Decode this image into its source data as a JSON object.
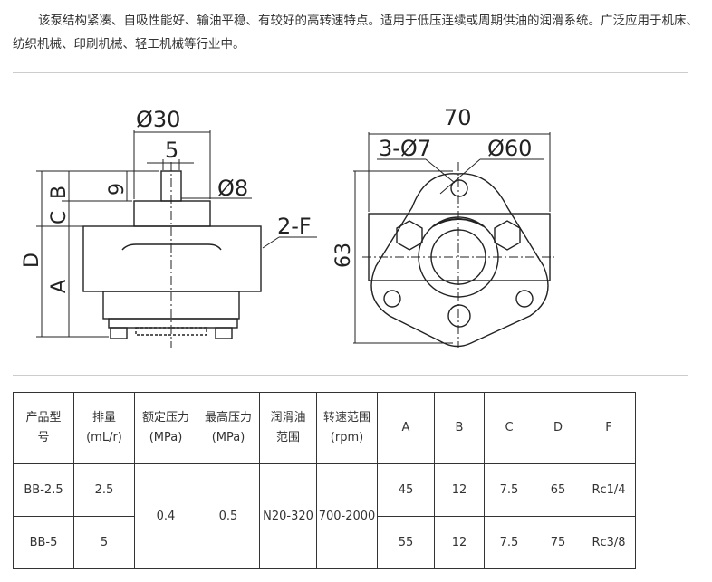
{
  "intro": {
    "paragraph": "该泵结构紧凑、自吸性能好、输油平稳、有较好的高转速特点。适用于低压连续或周期供油的润滑系统。广泛应用于机床、纺织机械、印刷机械、轻工机械等行业中。"
  },
  "drawing": {
    "side_view": {
      "dim_30": "Ø30",
      "dim_5": "5",
      "dim_8": "Ø8",
      "dim_9": "9",
      "dim_B": "B",
      "dim_C": "C",
      "dim_D": "D",
      "dim_A": "A",
      "dim_2F": "2-F"
    },
    "front_view": {
      "dim_70": "70",
      "dim_3phi7": "3-Ø7",
      "dim_60": "Ø60",
      "dim_63": "63"
    }
  },
  "table": {
    "headers": [
      {
        "line1": "产品型",
        "line2": "号"
      },
      {
        "line1": "排量",
        "line2": "(mL/r)"
      },
      {
        "line1": "额定压力",
        "line2": "(MPa)"
      },
      {
        "line1": "最高压力",
        "line2": "(MPa)"
      },
      {
        "line1": "润滑油",
        "line2": "范围"
      },
      {
        "line1": "转速范围",
        "line2": "(rpm)"
      },
      {
        "line1": "A",
        "line2": ""
      },
      {
        "line1": "B",
        "line2": ""
      },
      {
        "line1": "C",
        "line2": ""
      },
      {
        "line1": "D",
        "line2": ""
      },
      {
        "line1": "F",
        "line2": ""
      }
    ],
    "shared": {
      "rated_pressure": "0.4",
      "max_pressure": "0.5",
      "oil_range": "N20-320",
      "speed_range": "700-2000"
    },
    "rows": [
      {
        "model": "BB-2.5",
        "displacement": "2.5",
        "A": "45",
        "B": "12",
        "C": "7.5",
        "D": "65",
        "F": "Rc1/4"
      },
      {
        "model": "BB-5",
        "displacement": "5",
        "A": "55",
        "B": "12",
        "C": "7.5",
        "D": "75",
        "F": "Rc3/8"
      }
    ]
  }
}
